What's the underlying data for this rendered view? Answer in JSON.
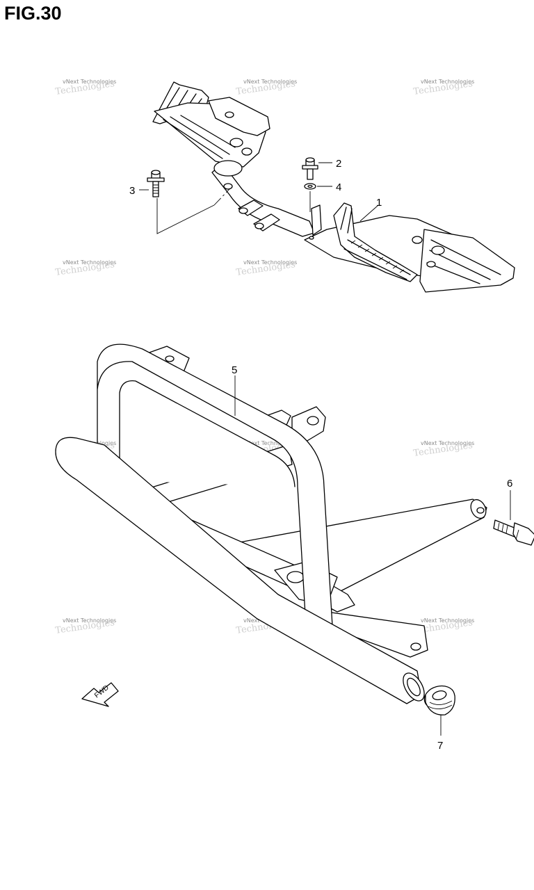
{
  "figure": {
    "title": "FIG.30"
  },
  "callouts": [
    {
      "id": "1",
      "label": "1"
    },
    {
      "id": "2",
      "label": "2"
    },
    {
      "id": "3",
      "label": "3"
    },
    {
      "id": "4",
      "label": "4"
    },
    {
      "id": "5",
      "label": "5"
    },
    {
      "id": "6",
      "label": "6"
    },
    {
      "id": "7",
      "label": "7"
    }
  ],
  "direction_arrow": {
    "label": "FWD"
  },
  "watermark": {
    "line1": "vNext Technologies",
    "line2": "Technologies"
  }
}
